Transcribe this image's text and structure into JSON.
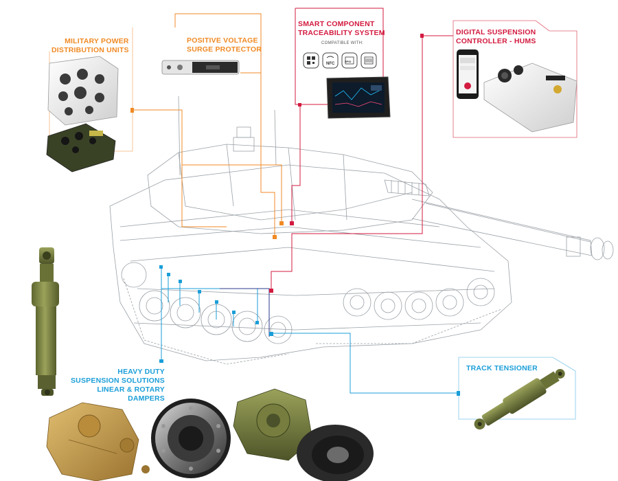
{
  "labels": {
    "power_units": [
      "MILITARY POWER",
      "DISTRIBUTION UNITS"
    ],
    "surge": [
      "POSITIVE VOLTAGE",
      "SURGE PROTECTOR"
    ],
    "traceability": [
      "SMART COMPONENT",
      "TRACEABILITY SYSTEM"
    ],
    "compatible": "COMPATIBLE WITH:",
    "suspension_controller": [
      "DIGITAL SUSPENSION",
      "CONTROLLER - HUMS"
    ],
    "suspension": [
      "HEAVY DUTY",
      "SUSPENSION SOLUTIONS",
      "LINEAR & ROTARY DAMPERS"
    ],
    "tensioner": "TRACK TENSIONER"
  },
  "icons": [
    "qr-code-icon",
    "nfc-icon",
    "rfid-icon",
    "barcode-icon"
  ],
  "icon_texts": {
    "nfc": "NFC",
    "rfid": "RFID"
  },
  "colors": {
    "orange": "#f08a24",
    "red": "#d31a3f",
    "blue": "#1a9ed8",
    "navy": "#2a3a8c",
    "olive": "#7d8440",
    "sand": "#c49a4a"
  }
}
